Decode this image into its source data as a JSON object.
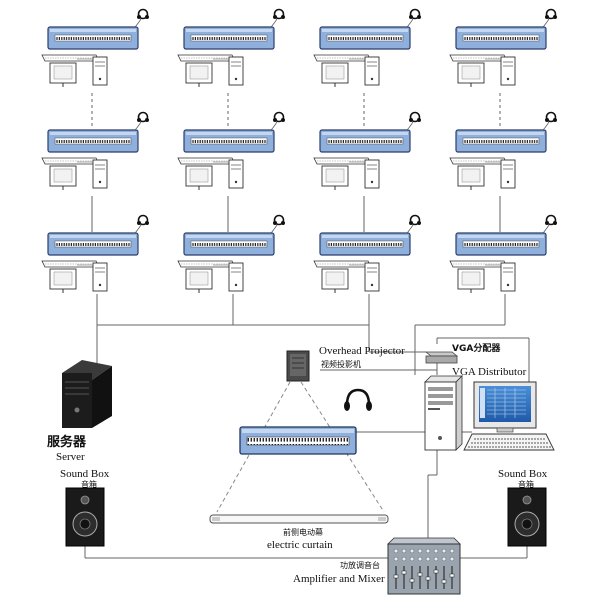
{
  "labels": {
    "server_cn": "服务器",
    "server_en": "Server",
    "projector_en": "Overhead Projector",
    "projector_cn": "视频投影机",
    "vga_cn": "VGA分配器",
    "vga_en": "VGA Distributor",
    "curtain_cn": "前侧电动幕",
    "curtain_en": "electric curtain",
    "soundbox_left_en": "Sound Box",
    "soundbox_left_cn": "音箱",
    "soundbox_right_en": "Sound Box",
    "soundbox_right_cn": "音箱",
    "amp_cn": "功放调音台",
    "amp_en": "Amplifier and Mixer"
  },
  "workstations": {
    "columns": 4,
    "rows": 3
  },
  "colors": {
    "keyboard_blue": "#8fb0dc",
    "keyboard_edge": "#2a3f6a",
    "line": "#555555",
    "dashed": "#777777",
    "speaker": "#1a1a1a"
  }
}
